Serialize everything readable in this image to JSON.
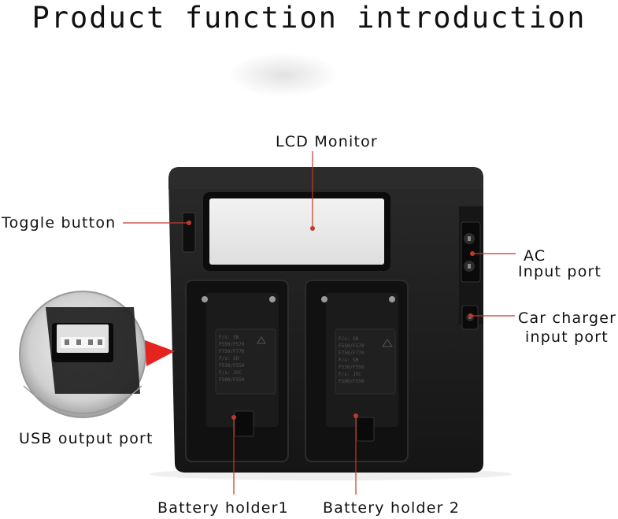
{
  "title": "Product function introduction",
  "labels": {
    "lcd_monitor": "LCD Monitor",
    "toggle_button": "Toggle button",
    "ac_line1": "AC",
    "ac_line2": "Input port",
    "car_line1": "Car charger",
    "car_line2": "input port",
    "usb_output": "USB output port",
    "battery_holder1": "Battery holder1",
    "battery_holder2": "Battery holder 2"
  },
  "battery_plate_text": [
    "F/s: SN",
    "F550/F570",
    "F750/F770",
    "F/s: SH",
    "F530/F550",
    "F/s: JVC",
    "F500/F550"
  ],
  "colors": {
    "charger_body": "#1e1e1e",
    "lcd_screen": "#e9e9e9",
    "leader_line": "#c0392b",
    "pointer": "#e52320"
  }
}
